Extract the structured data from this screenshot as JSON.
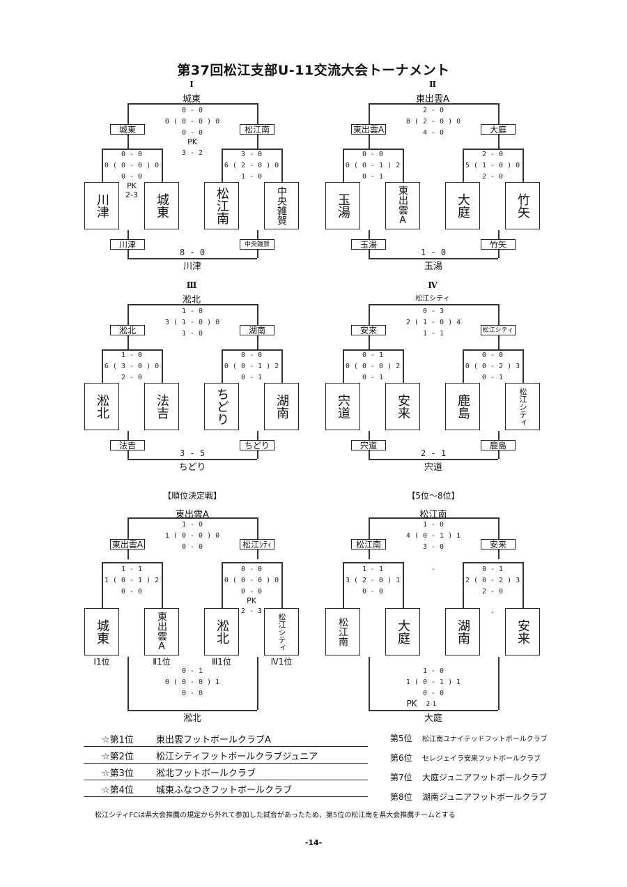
{
  "title": "第37回松江支部U-11交流大会トーナメント",
  "groups": [
    {
      "id": "I",
      "label": "Ⅰ",
      "winner": "城東",
      "final": {
        "first_half": "0 - 0",
        "total": "0 ( 0 - 0 ) 0",
        "second_half": "0 - 0",
        "pk_label": "PK",
        "pk_score": "3 - 2"
      },
      "semi_left_winner": "城東",
      "semi_right_winner": "松江南",
      "match_left": {
        "first_half": "0 - 0",
        "total": "0 ( 0 - 0 ) 0",
        "second_half": "0 - 0",
        "pk_label": "PK",
        "pk_score": "2-3"
      },
      "match_right": {
        "first_half": "3 - 0",
        "total": "6 ( 2 - 0 ) 0",
        "second_half": "1 - 0"
      },
      "teams": [
        "川津",
        "城東",
        "松江南",
        "中央雑賀"
      ],
      "bottom_left": "川津",
      "bottom_right": "中央雑賀",
      "bottom_score": "8 - 0",
      "bottom_winner": "川津"
    },
    {
      "id": "II",
      "label": "Ⅱ",
      "winner": "東出雲A",
      "final": {
        "first_half": "2 - 0",
        "total": "8 ( 2 - 0 ) 0",
        "second_half": "4 - 0"
      },
      "semi_left_winner": "東出雲A",
      "semi_right_winner": "大庭",
      "match_left": {
        "first_half": "0 - 0",
        "total": "0 ( 0 - 1 ) 2",
        "second_half": "0 - 1"
      },
      "match_right": {
        "first_half": "2 - 0",
        "total": "5 ( 1 - 0 ) 0",
        "second_half": "2 - 0"
      },
      "teams": [
        "玉湯",
        "東出雲A",
        "大庭",
        "竹矢"
      ],
      "bottom_left": "玉湯",
      "bottom_right": "竹矢",
      "bottom_score": "1 - 0",
      "bottom_winner": "玉湯"
    },
    {
      "id": "III",
      "label": "Ⅲ",
      "winner": "淞北",
      "final": {
        "first_half": "1 - 0",
        "total": "3 ( 1 - 0 ) 0",
        "second_half": "1 - 0"
      },
      "semi_left_winner": "淞北",
      "semi_right_winner": "湖南",
      "match_left": {
        "first_half": "1 - 0",
        "total": "6 ( 3 - 0 ) 0",
        "second_half": "2 - 0"
      },
      "match_right": {
        "first_half": "0 - 0",
        "total": "0 ( 0 - 1 ) 2",
        "second_half": "0 - 1"
      },
      "teams": [
        "淞北",
        "法吉",
        "ちどり",
        "湖南"
      ],
      "bottom_left": "法吉",
      "bottom_right": "ちどり",
      "bottom_score": "3 - 5",
      "bottom_winner": "ちどり"
    },
    {
      "id": "IV",
      "label": "Ⅳ",
      "winner": "松江シティ",
      "final": {
        "first_half": "0 - 3",
        "total": "2 ( 1 - 0 ) 4",
        "second_half": "1 - 1"
      },
      "semi_left_winner": "安来",
      "semi_right_winner": "松江シティ",
      "match_left": {
        "first_half": "0 - 1",
        "total": "0 ( 0 - 0 ) 2",
        "second_half": "0 - 1"
      },
      "match_right": {
        "first_half": "0 - 0",
        "total": "0 ( 0 - 2 ) 3",
        "second_half": "0 - 1"
      },
      "teams": [
        "宍道",
        "安来",
        "鹿島",
        "松江シティ"
      ],
      "bottom_left": "宍道",
      "bottom_right": "鹿島",
      "bottom_score": "2 - 1",
      "bottom_winner": "宍道"
    }
  ],
  "placement": {
    "title": "【順位決定戦】",
    "winner": "東出雲A",
    "final": {
      "first_half": "1 - 0",
      "total": "1 ( 0 - 0 ) 0",
      "second_half": "0 - 0"
    },
    "semi_left_winner": "東出雲A",
    "semi_right_winner": "松江ｼﾃｨ",
    "match_left": {
      "first_half": "1 - 1",
      "total": "1 ( 0 - 1 ) 2",
      "second_half": "0 - 0"
    },
    "match_right": {
      "first_half": "0 - 0",
      "total": "0 ( 0 - 0 ) 0",
      "second_half": "0 - 0",
      "pk_label": "PK",
      "pk_score": "2 - 3"
    },
    "teams": [
      "城東",
      "東出雲A",
      "淞北",
      "松江シティ"
    ],
    "ranks": [
      "Ⅰ1位",
      "Ⅱ1位",
      "Ⅲ1位",
      "Ⅳ1位"
    ],
    "third_place": {
      "first_half": "0 - 1",
      "total": "0 ( 0 - 0 ) 1",
      "second_half": "0 - 0"
    },
    "third_winner": "淞北"
  },
  "fifth_to_eighth": {
    "title": "【5位～8位】",
    "winner": "松江南",
    "final": {
      "first_half": "1 - 0",
      "total": "4 ( 0 - 1 ) 1",
      "second_half": "3 - 0"
    },
    "semi_left_winner": "松江南",
    "semi_right_winner": "安来",
    "dash_top": "-",
    "dash_right": "-",
    "match_left": {
      "first_half": "1 - 1",
      "total": "3 ( 2 - 0 ) 1",
      "second_half": "0 - 0"
    },
    "match_right": {
      "first_half": "0 - 1",
      "total": "2 ( 0 - 2 ) 3",
      "second_half": "2 - 0"
    },
    "teams": [
      "松江南",
      "大庭",
      "湖南",
      "安来"
    ],
    "seventh": {
      "first_half": "1 - 0",
      "total": "1 ( 0 - 1 ) 1",
      "second_half": "0 - 0",
      "pk_label": "PK",
      "pk_score": "2-1"
    },
    "seventh_winner": "大庭"
  },
  "results_left": [
    {
      "pos": "☆第1位",
      "name": "東出雲フットボールクラブA"
    },
    {
      "pos": "☆第2位",
      "name": "松江シティフットボールクラブジュニア"
    },
    {
      "pos": "☆第3位",
      "name": "淞北フットボールクラブ"
    },
    {
      "pos": "☆第4位",
      "name": "城東ふなつきフットボールクラブ"
    }
  ],
  "results_right": [
    {
      "pos": "第5位",
      "name": "松江南ユナイテッドフットボールクラブ"
    },
    {
      "pos": "第6位",
      "name": "セレジェイラ安来フットボールクラブ"
    },
    {
      "pos": "第7位",
      "name": "大庭ジュニアフットボールクラブ"
    },
    {
      "pos": "第8位",
      "name": "湖南ジュニアフットボールクラブ"
    }
  ],
  "note": "松江シティFCは県大会推薦の規定から外れて参加した試合があったため、第5位の松江南を県大会推薦チームとする",
  "page_number": "-14-"
}
